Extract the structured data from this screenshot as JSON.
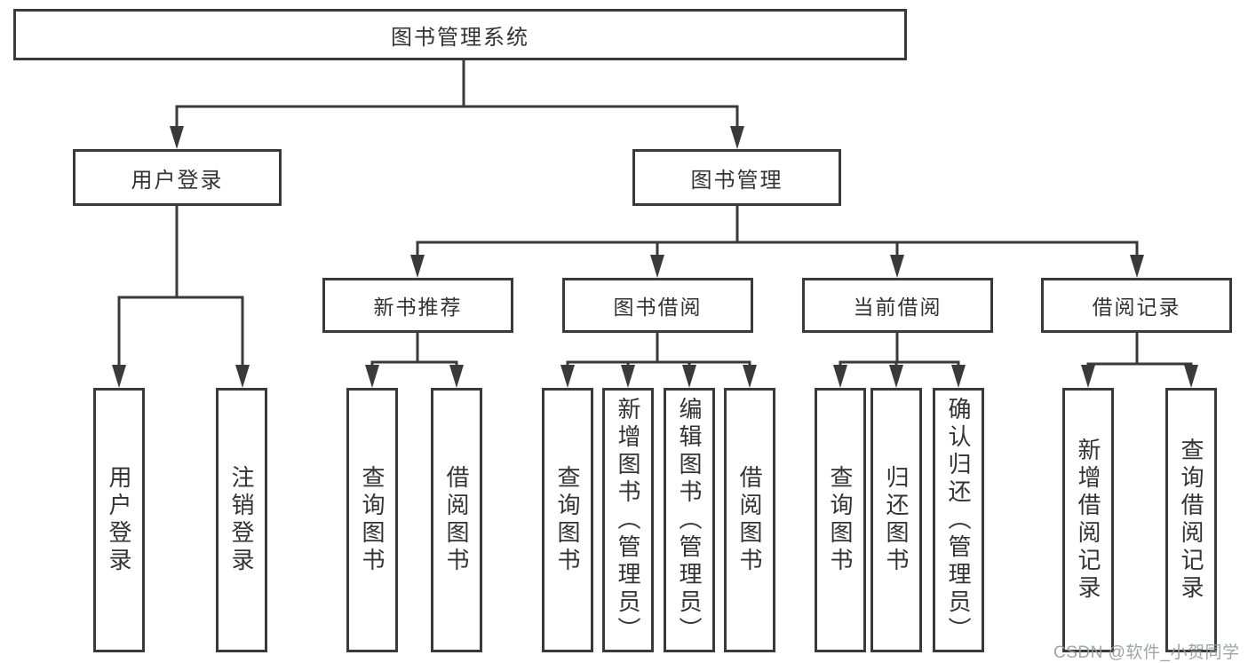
{
  "diagram": {
    "root": {
      "label": "图书管理系统"
    },
    "level1": [
      {
        "id": "user-login",
        "label": "用户登录"
      },
      {
        "id": "book-management",
        "label": "图书管理"
      }
    ],
    "level2": [
      {
        "id": "new-books",
        "label": "新书推荐",
        "parent": "book-management"
      },
      {
        "id": "book-borrow",
        "label": "图书借阅",
        "parent": "book-management"
      },
      {
        "id": "current-borrow",
        "label": "当前借阅",
        "parent": "book-management"
      },
      {
        "id": "borrow-records",
        "label": "借阅记录",
        "parent": "book-management"
      }
    ],
    "leaves": [
      {
        "group": "user-login",
        "label": "用户登录"
      },
      {
        "group": "user-login",
        "label": "注销登录"
      },
      {
        "group": "new-books",
        "label": "查询图书"
      },
      {
        "group": "new-books",
        "label": "借阅图书"
      },
      {
        "group": "book-borrow",
        "label": "查询图书"
      },
      {
        "group": "book-borrow",
        "label": "新增图书（管理员）"
      },
      {
        "group": "book-borrow",
        "label": "编辑图书（管理员）"
      },
      {
        "group": "book-borrow",
        "label": "借阅图书"
      },
      {
        "group": "current-borrow",
        "label": "查询图书"
      },
      {
        "group": "current-borrow",
        "label": "归还图书"
      },
      {
        "group": "current-borrow",
        "label": "确认归还（管理员）"
      },
      {
        "group": "borrow-records",
        "label": "新增借阅记录"
      },
      {
        "group": "borrow-records",
        "label": "查询借阅记录"
      }
    ]
  },
  "watermark": "CSDN @软件_小贺同学",
  "colors": {
    "line": "#3a3a3a",
    "border": "#3a3a3a",
    "text": "#333333",
    "watermark": "#989ba0",
    "background": "#ffffff"
  }
}
